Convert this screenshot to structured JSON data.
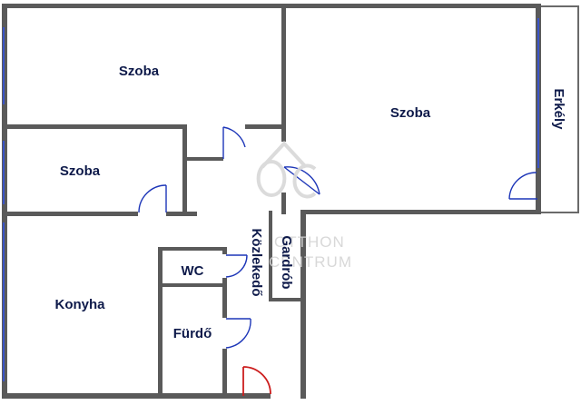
{
  "rooms": {
    "szoba_top_left": "Szoba",
    "szoba_large": "Szoba",
    "szoba_small": "Szoba",
    "erkely": "Erkély",
    "gardrob": "Gardrób",
    "kozlekedo": "Közlekedő",
    "wc": "WC",
    "konyha": "Konyha",
    "furdo": "Fürdő"
  },
  "watermark": {
    "line1": "OTTHON",
    "line2": "CENTRUM",
    "color": "#d4d4d4"
  },
  "colors": {
    "wall": "#5a5a5a",
    "window": "#3a54c8",
    "door": "#1d36b8",
    "entrance_door": "#cc1d1d",
    "label": "#0e1a4a"
  }
}
